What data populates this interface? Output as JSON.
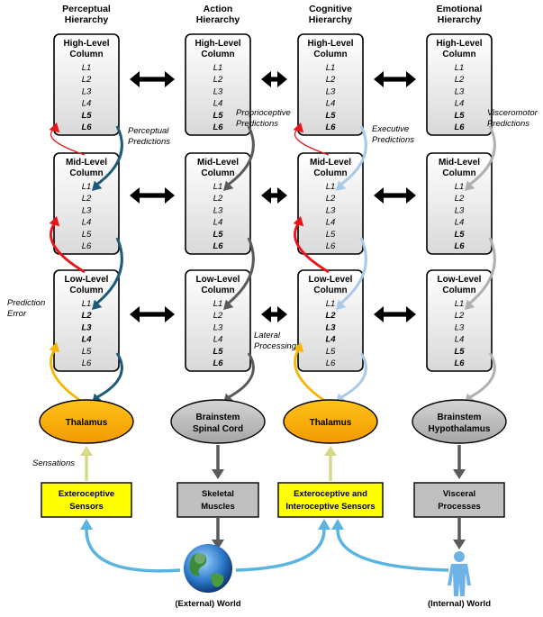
{
  "headers": [
    [
      "Perceptual",
      "Hierarchy"
    ],
    [
      "Action",
      "Hierarchy"
    ],
    [
      "Cognitive",
      "Hierarchy"
    ],
    [
      "Emotional",
      "Hierarchy"
    ]
  ],
  "columns": {
    "high": [
      "High-Level",
      "Column"
    ],
    "mid": [
      "Mid-Level",
      "Column"
    ],
    "low": [
      "Low-Level",
      "Column"
    ]
  },
  "layers": [
    "L1",
    "L2",
    "L3",
    "L4",
    "L5",
    "L6"
  ],
  "bold_layers": {
    "high": [
      4,
      5
    ],
    "mid_plain": [],
    "mid_bold": [
      4,
      5
    ],
    "low_sensory": [
      1,
      2,
      3
    ],
    "low_motor": [
      4,
      5
    ]
  },
  "predictions": [
    [
      "Perceptual",
      "Predictions"
    ],
    [
      "Proprioceptive",
      "Predictions"
    ],
    [
      "Executive",
      "Predictions"
    ],
    [
      "Visceromotor",
      "Predictions"
    ]
  ],
  "prediction_error": [
    "Prediction",
    "Error"
  ],
  "lateral_processing": [
    "Lateral",
    "Processing"
  ],
  "sensations": "Sensations",
  "ovals": [
    [
      "Thalamus"
    ],
    [
      "Brainstem",
      "Spinal Cord"
    ],
    [
      "Thalamus"
    ],
    [
      "Brainstem",
      "Hypothalamus"
    ]
  ],
  "boxes": [
    [
      "Exteroceptive",
      "Sensors"
    ],
    [
      "Skeletal",
      "Muscles"
    ],
    [
      "Exteroceptive and",
      "Interoceptive Sensors"
    ],
    [
      "Visceral",
      "Processes"
    ]
  ],
  "worlds": [
    "(External) World",
    "(Internal) World"
  ],
  "colors": {
    "red": "#e8141a",
    "teal": "#1b5b78",
    "dark_gray": "#5a5a5a",
    "light_blue": "#a8caea",
    "light_gray": "#b0b0b0",
    "orange": "#f5a800",
    "yellow": "#ffff00",
    "gray_fill": "#c0c0c0",
    "sky": "#58b4e0",
    "khaki": "#d8d88a"
  }
}
